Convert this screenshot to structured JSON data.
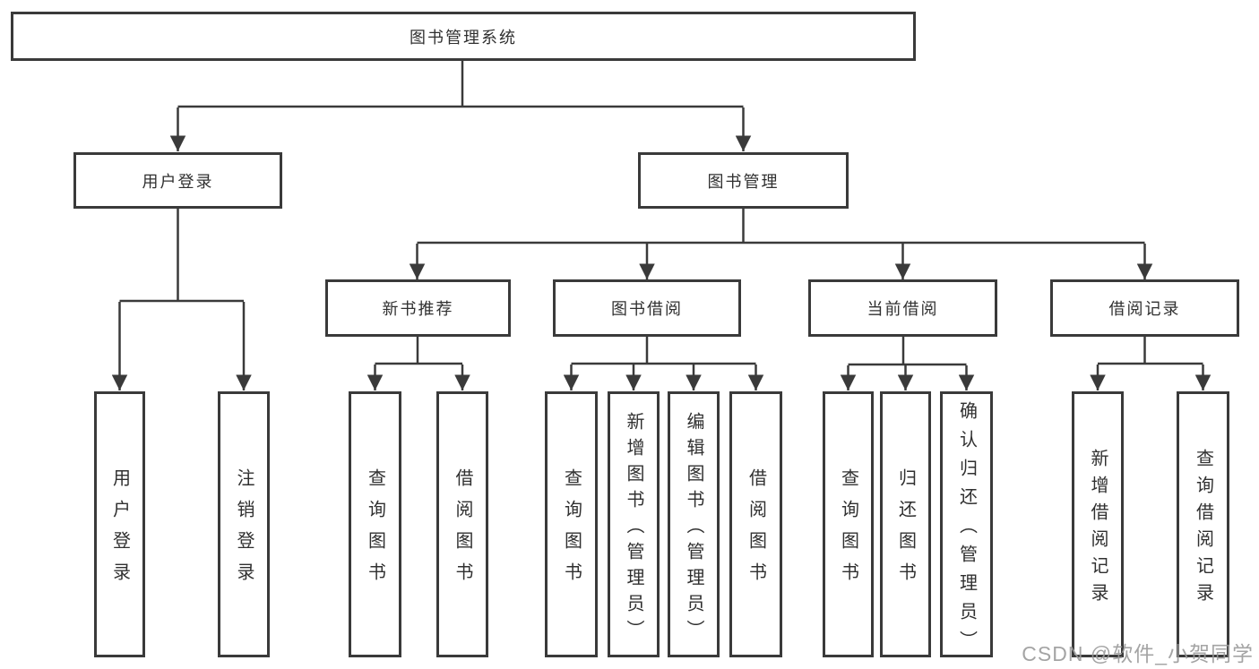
{
  "watermark": {
    "text": "CSDN @软件_小贺同学"
  },
  "diagram": {
    "type": "hierarchy-tree",
    "tree": {
      "label": "图书管理系统",
      "children": [
        {
          "label": "用户登录",
          "children": [
            {
              "label": "用户登录"
            },
            {
              "label": "注销登录"
            }
          ]
        },
        {
          "label": "图书管理",
          "children": [
            {
              "label": "新书推荐",
              "children": [
                {
                  "label": "查询图书"
                },
                {
                  "label": "借阅图书"
                }
              ]
            },
            {
              "label": "图书借阅",
              "children": [
                {
                  "label": "查询图书"
                },
                {
                  "label": "新增图书（管理员）"
                },
                {
                  "label": "编辑图书（管理员）"
                },
                {
                  "label": "借阅图书"
                }
              ]
            },
            {
              "label": "当前借阅",
              "children": [
                {
                  "label": "查询图书"
                },
                {
                  "label": "归还图书"
                },
                {
                  "label": "确认归还（管理员）"
                }
              ]
            },
            {
              "label": "借阅记录",
              "children": [
                {
                  "label": "新增借阅记录"
                },
                {
                  "label": "查询借阅记录"
                }
              ]
            }
          ]
        }
      ]
    },
    "line_color": "#3a3a3a",
    "box_border_color": "#3a3a3a",
    "text_color": "#303030",
    "background_color": "#ffffff"
  }
}
